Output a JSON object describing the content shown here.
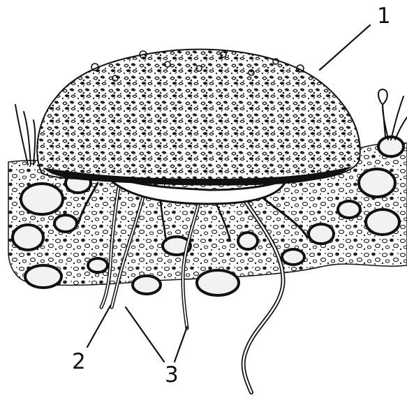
{
  "diagram": {
    "labels": {
      "one": "1",
      "two": "2",
      "three": "3"
    },
    "colors": {
      "ink": "#111111",
      "paper": "#ffffff",
      "stone_fill": "#f2f2f2"
    }
  }
}
